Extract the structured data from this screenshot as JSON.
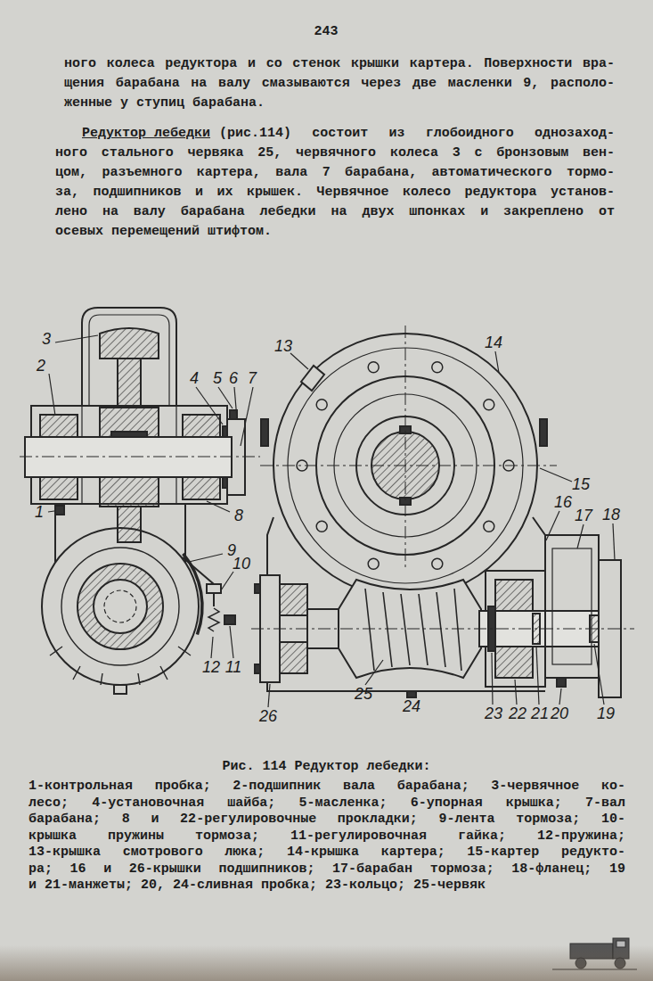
{
  "diagram": {
    "caption": "Рис. 114 Редуктор лебедки:",
    "labels": [
      "243",
      "ного колеса редуктора и со стенок крышки картера. Поверхности вра-",
      "щения барабана на валу смазываются через две масленки 9, располо-",
      "женные у ступиц барабана.",
      "Редуктор лебедки",
      "(рис.114) состоит из глобоидного однозаход-",
      "ного стального червяка 25, червячного колеса 3 с бронзовым вен-",
      "цом, разъемного картера, вала 7 барабана, автоматического тормо-",
      "за, подшипников и их крышек. Червячное колесо редуктора установ-",
      "лено на валу барабана лебедки на двух шпонках и закреплено от",
      "осевых перемещений штифтом.",
      "3",
      "2",
      "4",
      "5",
      "6",
      "7",
      "13",
      "14",
      "15",
      "16",
      "17",
      "18",
      "8",
      "1",
      "9",
      "10",
      "12",
      "11",
      "26",
      "25",
      "24",
      "23",
      "22",
      "21",
      "20",
      "19",
      "1-контрольная пробка; 2-подшипник вала барабана; 3-червячное ко-",
      "лесо; 4-установочная шайба; 5-масленка; 6-упорная крышка; 7-вал",
      "барабана; 8 и 22-регулировочные прокладки; 9-лента тормоза; 10-",
      "крышка пружины тормоза; 11-регулировочная гайка; 12-пружина;",
      "13-крышка смотрового люка; 14-крышка картера; 15-картер редукто-",
      "ра; 16 и 26-крышки подшипников; 17-барабан тормоза; 18-фланец; 19",
      "и 21-манжеты; 20, 24-сливная пробка; 23-кольцо; 25-червяк"
    ]
  }
}
